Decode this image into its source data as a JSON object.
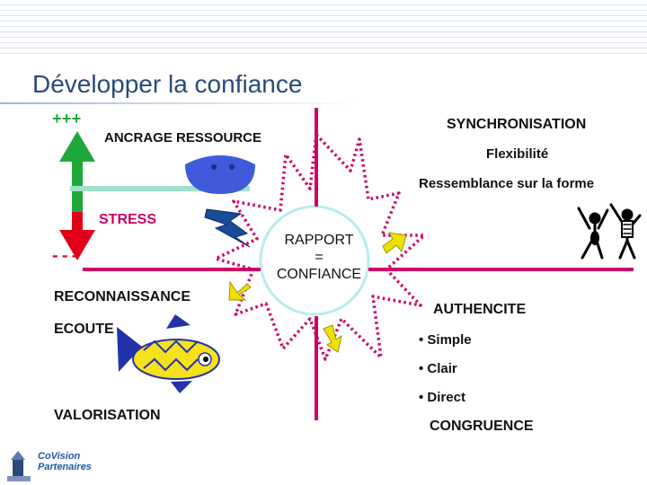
{
  "title": "Développer la confiance",
  "markers": {
    "plus": "+++",
    "minus": "---"
  },
  "left_labels": {
    "anchor": "ANCRAGE RESSOURCE",
    "stress": "STRESS",
    "recognition": "RECONNAISSANCE",
    "listening": "ECOUTE",
    "valorisation": "VALORISATION"
  },
  "right_labels": {
    "synchronisation": "SYNCHRONISATION",
    "flexibility": "Flexibilité",
    "resemblance": "Ressemblance sur la forme",
    "authenticity": "AUTHENCITE",
    "bullets": [
      "Simple",
      "Clair",
      "Direct"
    ],
    "congruence": "CONGRUENCE"
  },
  "center": {
    "line1": "RAPPORT",
    "line2": "=",
    "line3": "CONFIANCE"
  },
  "logo": {
    "line1": "CoVision",
    "line2": "Partenaires"
  },
  "colors": {
    "title": "#2a4a7a",
    "axis": "#cc0066",
    "star": "#cc0066",
    "circle": "#b8ecec",
    "arrow_up": "#1fa83a",
    "arrow_down": "#e0001a",
    "anchor_bar": "#9ee0cc",
    "face": "#3f5bdc",
    "bolt": "#1a4a9a",
    "fish_body": "#f5e21a",
    "fish_fins": "#2233aa",
    "small_arrows": "#f0e000"
  },
  "icons": [
    "up-down-arrow-icon",
    "face-icon",
    "lightning-icon",
    "fish-icon",
    "dancing-figures-icon",
    "yellow-arrow-icon",
    "lighthouse-icon"
  ]
}
